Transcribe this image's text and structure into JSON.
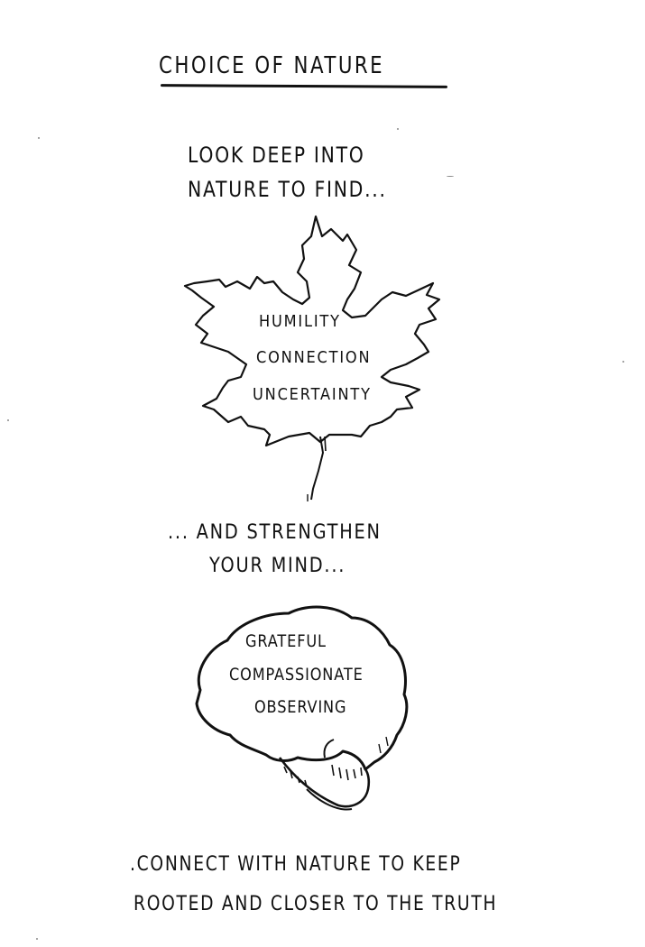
{
  "title": "Choice of Nature",
  "intro": {
    "line1": "Look deep into",
    "line2": "nature to find..."
  },
  "leaf": {
    "icon": "maple-leaf-icon",
    "words": [
      "Humility",
      "Connection",
      "Uncertainty"
    ]
  },
  "middle": {
    "line1": "... and strengthen",
    "line2": "your mind..."
  },
  "brain": {
    "icon": "brain-icon",
    "words": [
      "Grateful",
      "Compassionate",
      "Observing"
    ]
  },
  "outro": {
    "line1": ".Connect with nature to keep",
    "line2": "rooted and closer to the truth"
  },
  "colors": {
    "ink": "#111111",
    "paper": "#ffffff"
  }
}
